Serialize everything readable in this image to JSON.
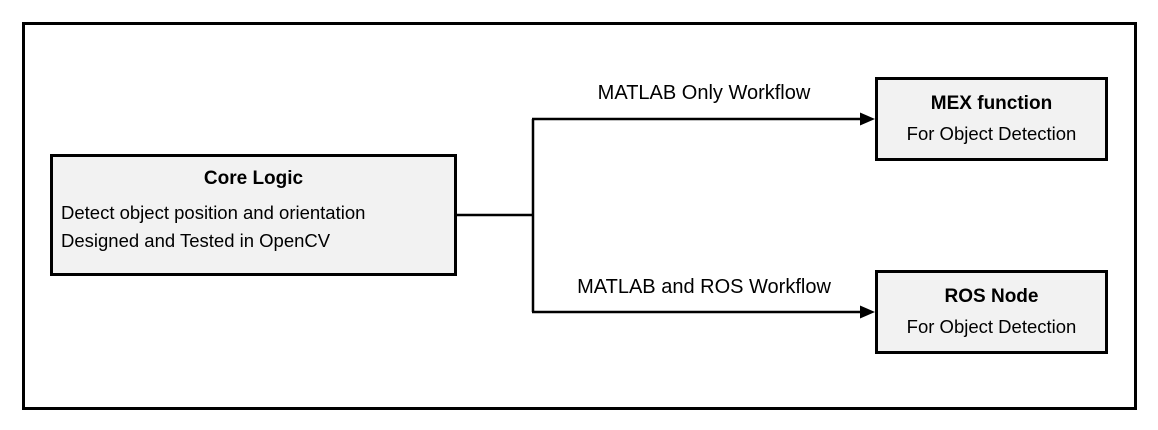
{
  "diagram": {
    "core": {
      "title": "Core Logic",
      "line1": "Detect object position and orientation",
      "line2": "Designed and Tested in OpenCV"
    },
    "branches": {
      "top": {
        "label": "MATLAB Only Workflow",
        "box_title": "MEX function",
        "box_subtitle": "For Object Detection"
      },
      "bottom": {
        "label": "MATLAB and ROS Workflow",
        "box_title": "ROS Node",
        "box_subtitle": "For Object Detection"
      }
    },
    "colors": {
      "box_fill": "#f2f2f2",
      "line": "#000000",
      "background": "#ffffff"
    }
  }
}
